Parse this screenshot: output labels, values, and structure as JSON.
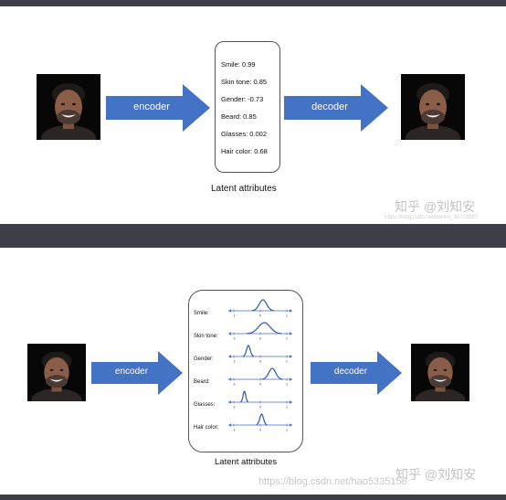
{
  "top": {
    "encoder_label": "encoder",
    "decoder_label": "decoder",
    "attributes": [
      "Smile: 0.99",
      "Skin tone: 0.85",
      "Gender: -0.73",
      "Beard: 0.85",
      "Glasses: 0.002",
      "Hair color: 0.68"
    ],
    "caption": "Latent attributes",
    "watermark": "知乎 @刘知安",
    "watermark_url": "https://blog.csdn.net/weixin_38719187"
  },
  "bottom": {
    "encoder_label": "encoder",
    "decoder_label": "decoder",
    "caption": "Latent attributes",
    "watermark": "知乎 @刘知安",
    "watermark_url": "https://blog.csdn.net/hao5335156",
    "tick_labels": [
      "-1",
      "0",
      "1"
    ],
    "distributions": [
      {
        "label": "Smile:",
        "mean": 0.1,
        "sd": 0.14
      },
      {
        "label": "Skin tone:",
        "mean": 0.15,
        "sd": 0.22
      },
      {
        "label": "Gender:",
        "mean": -0.45,
        "sd": 0.07
      },
      {
        "label": "Beard:",
        "mean": 0.45,
        "sd": 0.13
      },
      {
        "label": "Glasses:",
        "mean": -0.6,
        "sd": 0.05
      },
      {
        "label": "Hair color:",
        "mean": 0.05,
        "sd": 0.07
      }
    ]
  },
  "colors": {
    "arrow": "#4472c4",
    "curve": "#3f63a8",
    "axis": "#4472c4",
    "background": "#3d4049"
  }
}
